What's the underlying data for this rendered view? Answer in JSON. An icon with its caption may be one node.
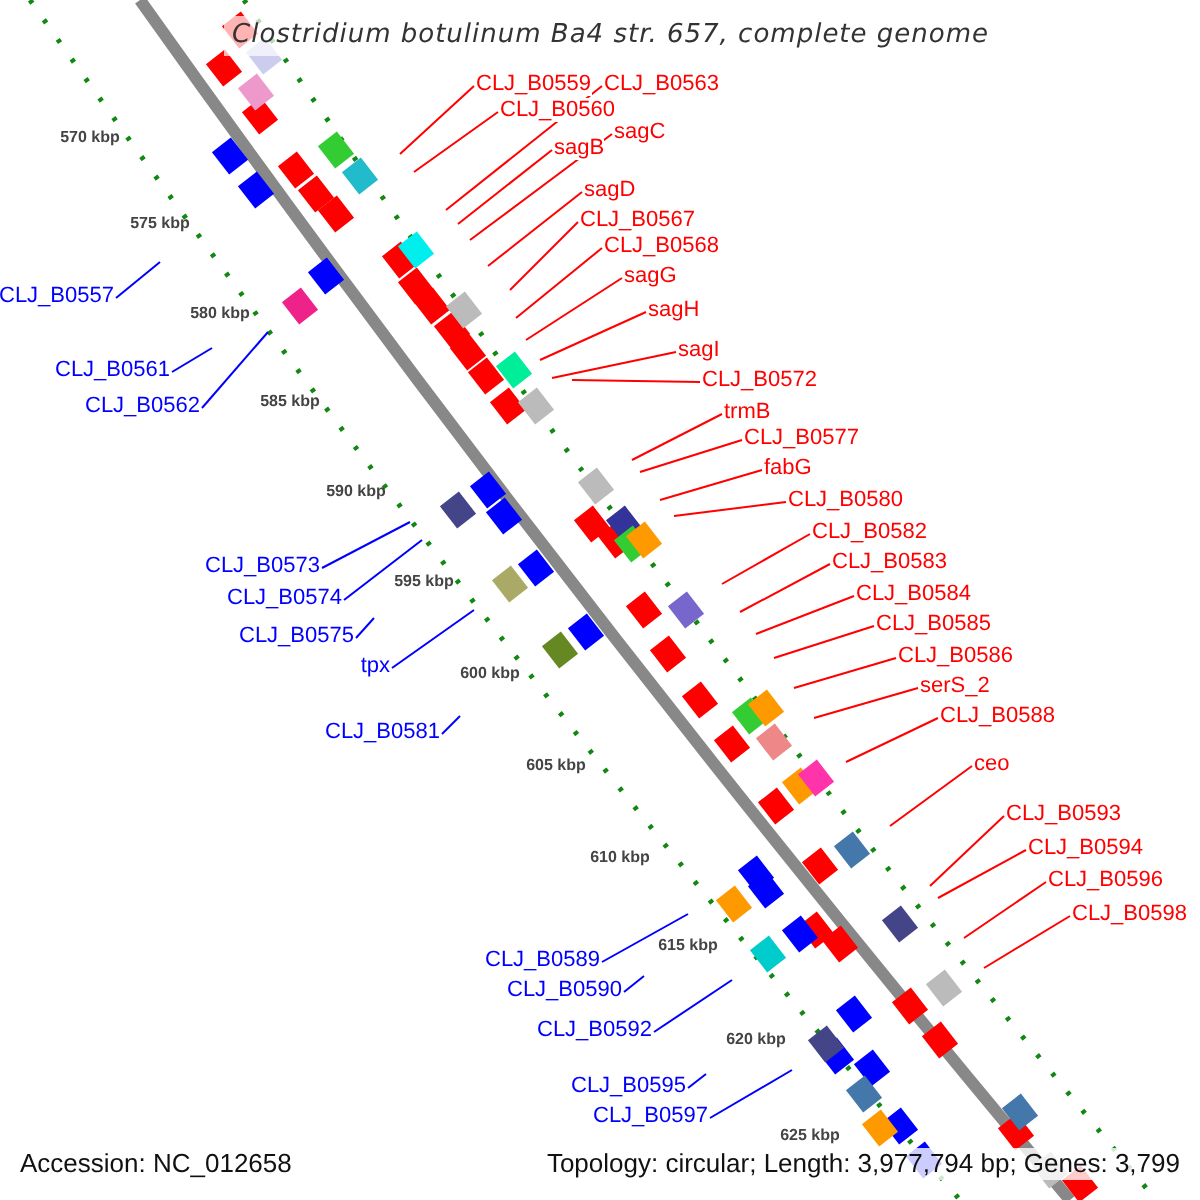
{
  "diagram": {
    "title": "Clostridium botulinum Ba4 str. 657, complete genome",
    "nodes": [
      {
        "text": [
          "CLJ_B0559"
        ]
      },
      {
        "text": [
          "CLJ_B0563"
        ]
      },
      {
        "text": [
          "CLJ_B0560"
        ]
      },
      {
        "text": [
          "sagC"
        ]
      },
      {
        "text": [
          "sagB"
        ]
      },
      {
        "text": [
          "sagD"
        ]
      },
      {
        "text": [
          "CLJ_B0567"
        ]
      },
      {
        "text": [
          "CLJ_B0568"
        ]
      },
      {
        "text": [
          "sagG"
        ]
      },
      {
        "text": [
          "CLJ_B0557"
        ]
      },
      {
        "text": [
          "sagH"
        ]
      },
      {
        "text": [
          "sagI"
        ]
      },
      {
        "text": [
          "CLJ_B0561"
        ]
      },
      {
        "text": [
          "CLJ_B0572"
        ]
      },
      {
        "text": [
          "CLJ_B0562"
        ]
      },
      {
        "text": [
          "trmB"
        ]
      },
      {
        "text": [
          "CLJ_B0577"
        ]
      },
      {
        "text": [
          "fabG"
        ]
      },
      {
        "text": [
          "CLJ_B0580"
        ]
      },
      {
        "text": [
          "CLJ_B0582"
        ]
      },
      {
        "text": [
          "CLJ_B0583"
        ]
      },
      {
        "text": [
          "CLJ_B0573"
        ]
      },
      {
        "text": [
          "CLJ_B0584"
        ]
      },
      {
        "text": [
          "CLJ_B0574"
        ]
      },
      {
        "text": [
          "CLJ_B0585"
        ]
      },
      {
        "text": [
          "CLJ_B0575"
        ]
      },
      {
        "text": [
          "CLJ_B0586"
        ]
      },
      {
        "text": [
          "tpx"
        ]
      },
      {
        "text": [
          "serS_2"
        ]
      },
      {
        "text": [
          "CLJ_B0588"
        ]
      },
      {
        "text": [
          "CLJ_B0581"
        ]
      },
      {
        "text": [
          "ceo"
        ]
      },
      {
        "text": [
          "CLJ_B0593"
        ]
      },
      {
        "text": [
          "CLJ_B0594"
        ]
      },
      {
        "text": [
          "CLJ_B0596"
        ]
      },
      {
        "text": [
          "CLJ_B0598"
        ]
      },
      {
        "text": [
          "CLJ_B0589"
        ]
      },
      {
        "text": [
          "CLJ_B0590"
        ]
      },
      {
        "text": [
          "CLJ_B0592"
        ]
      },
      {
        "text": [
          "CLJ_B0595"
        ]
      },
      {
        "text": [
          "CLJ_B0597"
        ]
      }
    ],
    "edges": [
      {
        "from": 0,
        "to": null,
        "arrow": "none"
      },
      {
        "from": 1,
        "to": null,
        "arrow": "none"
      },
      {
        "from": 2,
        "to": null,
        "arrow": "none"
      },
      {
        "from": 3,
        "to": null,
        "arrow": "none"
      },
      {
        "from": 4,
        "to": null,
        "arrow": "none"
      },
      {
        "from": 5,
        "to": null,
        "arrow": "none"
      },
      {
        "from": 6,
        "to": null,
        "arrow": "none"
      },
      {
        "from": 7,
        "to": null,
        "arrow": "none"
      },
      {
        "from": 8,
        "to": null,
        "arrow": "none"
      },
      {
        "from": 9,
        "to": null,
        "arrow": "none",
        "color": "#0000ff"
      },
      {
        "from": 10,
        "to": null,
        "arrow": "none"
      },
      {
        "from": 11,
        "to": null,
        "arrow": "none"
      },
      {
        "from": 12,
        "to": null,
        "arrow": "none",
        "color": "#0000ff"
      },
      {
        "from": 13,
        "to": null,
        "arrow": "none"
      },
      {
        "from": 14,
        "to": null,
        "arrow": "none",
        "color": "#0000ff"
      },
      {
        "from": 15,
        "to": null,
        "arrow": "none"
      },
      {
        "from": 16,
        "to": null,
        "arrow": "none"
      },
      {
        "from": 17,
        "to": null,
        "arrow": "none"
      },
      {
        "from": 18,
        "to": null,
        "arrow": "none"
      },
      {
        "from": 19,
        "to": null,
        "arrow": "none"
      },
      {
        "from": 20,
        "to": null,
        "arrow": "none"
      },
      {
        "from": 21,
        "to": null,
        "arrow": "none",
        "color": "#0000ff"
      },
      {
        "from": 22,
        "to": null,
        "arrow": "none"
      },
      {
        "from": 23,
        "to": null,
        "arrow": "none",
        "color": "#0000ff"
      },
      {
        "from": 24,
        "to": null,
        "arrow": "none"
      },
      {
        "from": 25,
        "to": null,
        "arrow": "none",
        "color": "#0000ff"
      },
      {
        "from": 26,
        "to": null,
        "arrow": "none"
      },
      {
        "from": 27,
        "to": null,
        "arrow": "none",
        "color": "#0000ff"
      },
      {
        "from": 28,
        "to": null,
        "arrow": "none"
      },
      {
        "from": 29,
        "to": null,
        "arrow": "none"
      },
      {
        "from": 30,
        "to": null,
        "arrow": "none",
        "color": "#0000ff"
      },
      {
        "from": 31,
        "to": null,
        "arrow": "none"
      },
      {
        "from": 32,
        "to": null,
        "arrow": "none"
      },
      {
        "from": 33,
        "to": null,
        "arrow": "none"
      },
      {
        "from": 34,
        "to": null,
        "arrow": "none"
      },
      {
        "from": 35,
        "to": null,
        "arrow": "none"
      },
      {
        "from": 36,
        "to": null,
        "arrow": "none",
        "color": "#0000ff"
      },
      {
        "from": 37,
        "to": null,
        "arrow": "none",
        "color": "#0000ff"
      },
      {
        "from": 38,
        "to": null,
        "arrow": "none",
        "color": "#0000ff"
      },
      {
        "from": 39,
        "to": null,
        "arrow": "none",
        "color": "#0000ff"
      },
      {
        "from": 40,
        "to": null,
        "arrow": "none",
        "color": "#0000ff"
      }
    ],
    "labels": [
      "570 kbp",
      "575 kbp",
      "580 kbp",
      "585 kbp",
      "590 kbp",
      "595 kbp",
      "600 kbp",
      "605 kbp",
      "610 kbp",
      "615 kbp",
      "620 kbp",
      "625 kbp",
      "Accession: NC_012658",
      "Topology: circular; Length: 3,977,794 bp; Genes: 3,799"
    ]
  }
}
